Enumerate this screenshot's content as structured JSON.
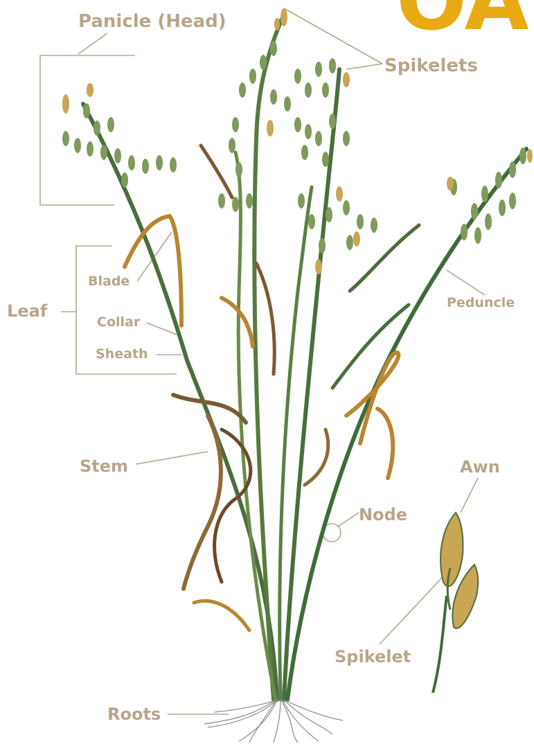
{
  "title": "OAT",
  "labels": {
    "panicle": "Panicle (Head)",
    "spikelets": "Spikelets",
    "blade": "Blade",
    "leaf": "Leaf",
    "collar": "Collar",
    "sheath": "Sheath",
    "peduncle": "Peduncle",
    "stem": "Stem",
    "awn": "Awn",
    "node": "Node",
    "spikelet": "Spikelet",
    "roots": "Roots"
  },
  "colors": {
    "label": "#b8a58a",
    "title": "#e8a913",
    "stem_green": "#3f6b3a",
    "leaf_dry": "#b8862f",
    "leaf_brown": "#6b4a2a"
  }
}
